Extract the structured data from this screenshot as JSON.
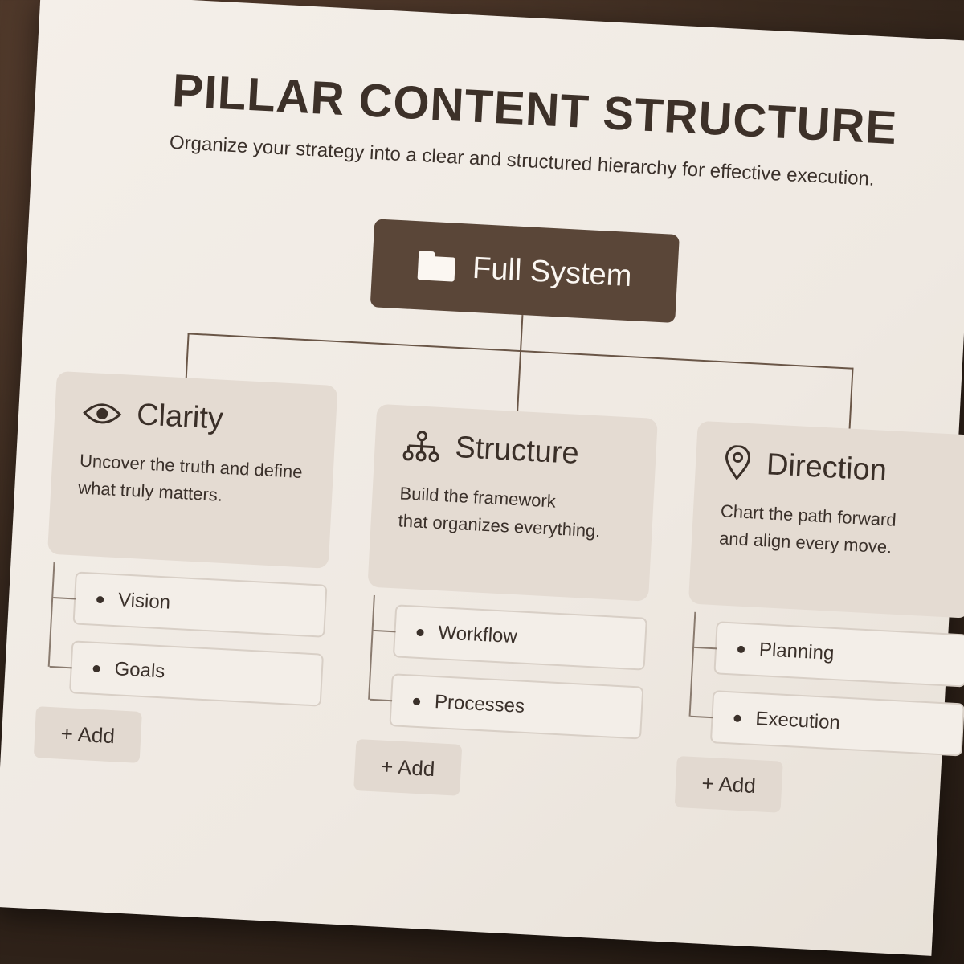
{
  "header": {
    "title": "PILLAR CONTENT STRUCTURE",
    "subtitle": "Organize your strategy into a clear and structured hierarchy for effective execution."
  },
  "root": {
    "label": "Full System",
    "icon": "folder-icon"
  },
  "pillars": [
    {
      "title": "Clarity",
      "icon": "eye-icon",
      "desc_line1": "Uncover the truth and define",
      "desc_line2": "what truly matters.",
      "items": [
        "Vision",
        "Goals"
      ],
      "add_label": "+ Add"
    },
    {
      "title": "Structure",
      "icon": "hierarchy-icon",
      "desc_line1": "Build the framework",
      "desc_line2": "that organizes everything.",
      "items": [
        "Workflow",
        "Processes"
      ],
      "add_label": "+ Add"
    },
    {
      "title": "Direction",
      "icon": "location-pin-icon",
      "desc_line1": "Chart the path forward",
      "desc_line2": "and align every move.",
      "items": [
        "Planning",
        "Execution"
      ],
      "add_label": "+ Add"
    }
  ],
  "colors": {
    "root_bg": "#5a4638",
    "card_bg": "#e4dbd2",
    "paper": "#f1ece6",
    "text": "#3a302a"
  }
}
